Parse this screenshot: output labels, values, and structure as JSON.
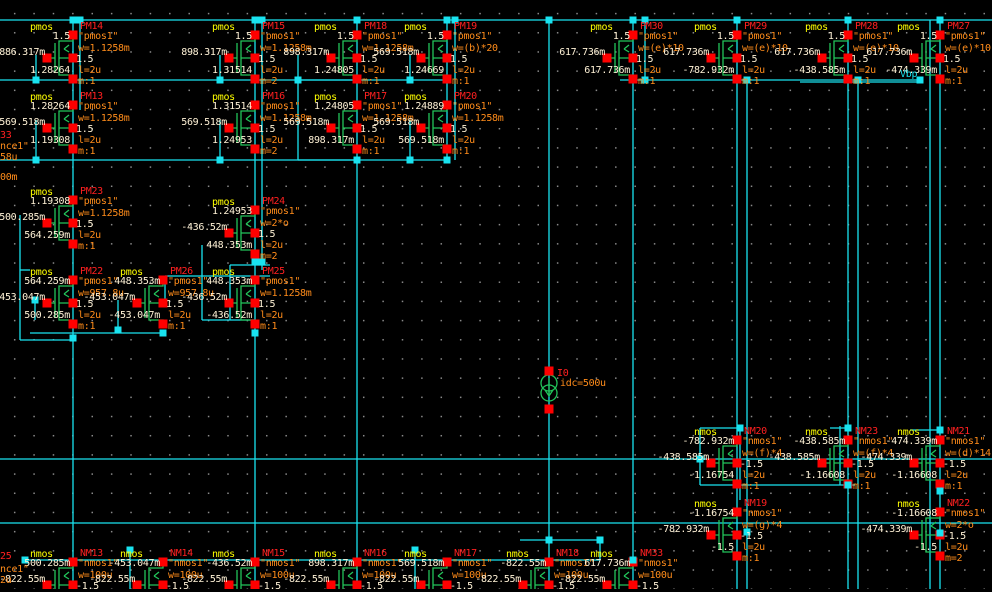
{
  "view": "schematic-editor",
  "colors": {
    "background": "#000000",
    "wire": "#19e3f0",
    "device": "#22c45a",
    "pin": "#ff0000",
    "device_type_label": "#ffff00",
    "instance_label": "#ff2020",
    "parameter_label": "#ff8c1a",
    "annotation_value": "#fff2d6",
    "grid_dot": "#8a8a8a"
  },
  "devices": [
    {
      "inst": "PM14",
      "type": "pmos",
      "model": "\"pmos1\"",
      "w": "w=1.1258m",
      "l": "l=2u",
      "m": "m:1",
      "bulk": "1.5",
      "vs": "1.5",
      "vg": "886.317m",
      "vd": "1.28264"
    },
    {
      "inst": "PM13",
      "type": "pmos",
      "model": "\"pmos1\"",
      "w": "w=1.1258m",
      "l": "l=2u",
      "m": "m:1",
      "bulk": "1.5",
      "vs": "1.28264",
      "vg": "569.518m",
      "vd": "1.19308"
    },
    {
      "inst": "PM15",
      "type": "pmos",
      "model": "\"pmos1\"",
      "w": "w=1.1258m",
      "l": "l=2u",
      "m": "m=2",
      "bulk": "1.5",
      "vs": "1.5",
      "vg": "898.317m",
      "vd": "1.31514"
    },
    {
      "inst": "PM16",
      "type": "pmos",
      "model": "\"pmos1\"",
      "w": "w=1.1258m",
      "l": "l=2u",
      "m": "m=2",
      "bulk": "1.5",
      "vs": "1.31514",
      "vg": "569.518m",
      "vd": "1.24953"
    },
    {
      "inst": "PM18",
      "type": "pmos",
      "model": "\"pmos1\"",
      "w": "w=1.1258m",
      "l": "l=2u",
      "m": "m:1",
      "bulk": "1.5",
      "vs": "1.5",
      "vg": "898.317m",
      "vd": "1.24805"
    },
    {
      "inst": "PM17",
      "type": "pmos",
      "model": "\"pmos1\"",
      "w": "w=1.1258m",
      "l": "l=2u",
      "m": "m:1",
      "bulk": "1.5",
      "vs": "1.24805",
      "vg": "569.518m",
      "vd": "898.317m"
    },
    {
      "inst": "PM19",
      "type": "pmos",
      "model": "\"pmos1\"",
      "w": "w=(b)*20",
      "l": "l=2u",
      "m": "m:1",
      "bulk": "1.5",
      "vs": "1.5",
      "vg": "569.518m",
      "vd": "1.24669"
    },
    {
      "inst": "PM20",
      "type": "pmos",
      "model": "\"pmos1\"",
      "w": "w=1.1258m",
      "l": "l=2u",
      "m": "m:1",
      "bulk": "1.5",
      "vs": "1.24889",
      "vg": "569.518m",
      "vd": "569.518m"
    },
    {
      "inst": "PM30",
      "type": "pmos",
      "model": "\"pmos1\"",
      "w": "w=(e)*10",
      "l": "l=2u",
      "m": "m:1",
      "bulk": "1.5",
      "vs": "1.5",
      "vg": "617.736m",
      "vd": "617.736m"
    },
    {
      "inst": "PM29",
      "type": "pmos",
      "model": "\"pmos1\"",
      "w": "w=(e)*10",
      "l": "l=2u",
      "m": "m:1",
      "bulk": "1.5",
      "vs": "1.5",
      "vg": "617.736m",
      "vd": "-782.932m"
    },
    {
      "inst": "PM28",
      "type": "pmos",
      "model": "\"pmos1\"",
      "w": "w=(e)*10",
      "l": "l=2u",
      "m": "m:1",
      "bulk": "1.5",
      "vs": "1.5",
      "vg": "617.736m",
      "vd": "-438.585m"
    },
    {
      "inst": "PM27",
      "type": "pmos",
      "model": "\"pmos1\"",
      "w": "w=(e)*10",
      "l": "l=2u",
      "m": "m:1",
      "bulk": "1.5",
      "vs": "1.5",
      "vg": "617.736m",
      "vd": "-474.339m"
    },
    {
      "inst": "PM23",
      "type": "pmos",
      "model": "\"pmos1\"",
      "w": "w=1.1258m",
      "l": "l=2u",
      "m": "m:1",
      "bulk": "1.5",
      "vs": "1.19308",
      "vg": "500.285m",
      "vd": "564.259m"
    },
    {
      "inst": "PM24",
      "type": "pmos",
      "model": "\"pmos1\"",
      "w": "w=2*o",
      "l": "l=2u",
      "m": "m=2",
      "bulk": "1.5",
      "vs": "1.24953",
      "vg": "-436.52m",
      "vd": "448.353m"
    },
    {
      "inst": "PM22",
      "type": "pmos",
      "model": "\"pmos1\"",
      "w": "w=957.8u",
      "l": "l=2u",
      "m": "m:1",
      "bulk": "1.5",
      "vs": "564.259m",
      "vg": "-453.047m",
      "vd": "500.285m"
    },
    {
      "inst": "PM26",
      "type": "pmos",
      "model": "\"pmos1\"",
      "w": "w=957.8u",
      "l": "l=2u",
      "m": "m:1",
      "bulk": "1.5",
      "vs": "448.353m",
      "vg": "-453.047m",
      "vd": "-453.047m"
    },
    {
      "inst": "PM25",
      "type": "pmos",
      "model": "\"pmos1\"",
      "w": "w=1.1258m",
      "l": "l=2u",
      "m": "m:1",
      "bulk": "1.5",
      "vs": "448.353m",
      "vg": "-436.52m",
      "vd": "-436.52m"
    },
    {
      "inst": "NM20",
      "type": "nmos",
      "model": "\"nmos1\"",
      "w": "w=(f)*4",
      "l": "l=2u",
      "m": "m:1",
      "bulk": "-1.5",
      "vd": "-782.932m",
      "vg": "-438.585m",
      "vs": "-1.16754"
    },
    {
      "inst": "NM19",
      "type": "nmos",
      "model": "\"nmos1\"",
      "w": "w=(g)*4",
      "l": "l=2u",
      "m": "m:1",
      "bulk": "-1.5",
      "vd": "-1.16754",
      "vg": "-782.932m",
      "vs": "-1.5"
    },
    {
      "inst": "NM23",
      "type": "nmos",
      "model": "\"nmos1\"",
      "w": "w=(f)*4",
      "l": "l=2u",
      "m": "m:1",
      "bulk": "-1.5",
      "vd": "-438.585m",
      "vg": "-438.585m",
      "vs": "-1.16608"
    },
    {
      "inst": "NM21",
      "type": "nmos",
      "model": "\"nmos1\"",
      "w": "w=(d)*14",
      "l": "l=2u",
      "m": "m:1",
      "bulk": "-1.5",
      "vd": "-474.339m",
      "vg": "-474.339m",
      "vs": "-1.16608"
    },
    {
      "inst": "NM22",
      "type": "nmos",
      "model": "\"nmos1\"",
      "w": "w=2*o",
      "l": "l=2u",
      "m": "m=2",
      "bulk": "-1.5",
      "vd": "-1.16608",
      "vg": "-474.339m",
      "vs": "-1.5"
    },
    {
      "inst": "NM13",
      "type": "nmos",
      "model": "\"nmos1\"",
      "w": "w=100u",
      "bulk": "-1.5",
      "vd": "500.285m",
      "vg": "-822.55m"
    },
    {
      "inst": "NM14",
      "type": "nmos",
      "model": "\"nmos1\"",
      "w": "w=100u",
      "bulk": "-1.5",
      "vd": "-453.047m",
      "vg": "-822.55m"
    },
    {
      "inst": "NM15",
      "type": "nmos",
      "model": "\"nmos1\"",
      "w": "w=100u",
      "bulk": "-1.5",
      "vd": "-436.52m",
      "vg": "-822.55m"
    },
    {
      "inst": "NM16",
      "type": "nmos",
      "model": "\"nmos1\"",
      "w": "w=100u",
      "bulk": "-1.5",
      "vd": "898.317m",
      "vg": "-822.55m"
    },
    {
      "inst": "NM17",
      "type": "nmos",
      "model": "\"nmos1\"",
      "w": "w=100u",
      "bulk": "-1.5",
      "vd": "569.518m",
      "vg": "-822.55m"
    },
    {
      "inst": "NM18",
      "type": "nmos",
      "model": "\"nmos1\"",
      "w": "w=100u",
      "bulk": "-1.5",
      "vd": "-822.55m",
      "vg": "-822.55m"
    },
    {
      "inst": "NM33",
      "type": "nmos",
      "model": "\"nmos1\"",
      "w": "w=100u",
      "bulk": "-1.5",
      "vd": "617.736m",
      "vg": "-822.55m"
    }
  ],
  "source": {
    "inst": "I0",
    "param": "idc=500u"
  },
  "net_labels": {
    "vbp": "Vbp"
  },
  "clipped_labels": {
    "left_inst": "33",
    "left_model": "nce1\"",
    "left_w": "58u",
    "left_val": "00m",
    "bottom_left_inst": "25",
    "bottom_left_model": "nce1\"",
    "bottom_left_w": "2u"
  }
}
